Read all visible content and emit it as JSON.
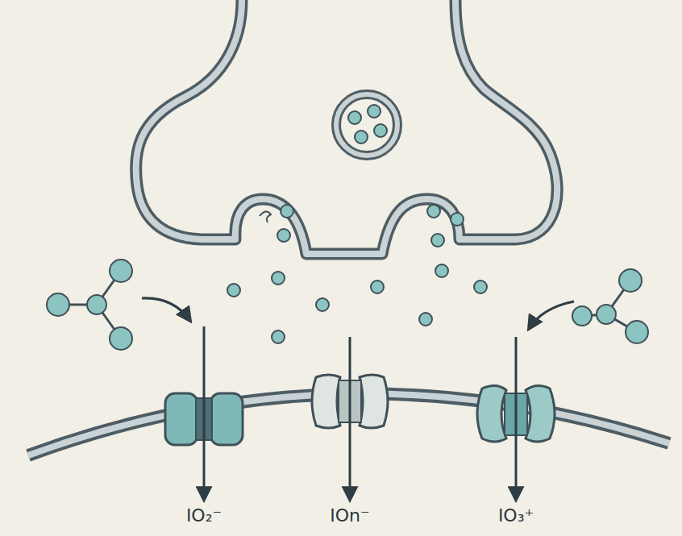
{
  "diagram": {
    "labels": [
      "IO₂⁻",
      "IOn⁻",
      "IO₃⁺"
    ]
  }
}
